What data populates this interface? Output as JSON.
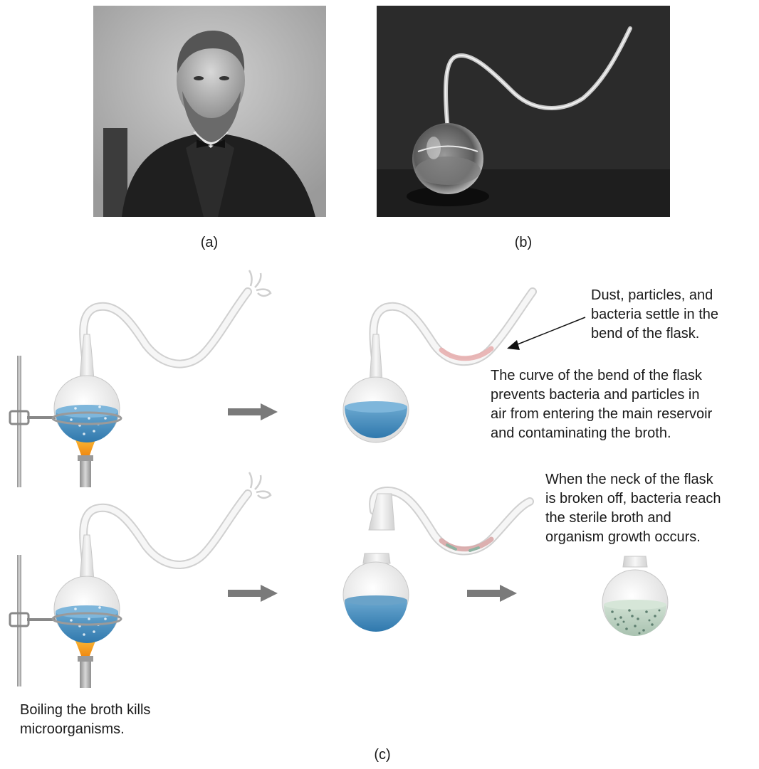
{
  "panels": {
    "a": "(a)",
    "b": "(b)",
    "c": "(c)"
  },
  "notes": {
    "dust": [
      "Dust, particles, and",
      "bacteria settle in the",
      "bend of the flask."
    ],
    "curve": [
      "The curve of the bend of the flask",
      "prevents bacteria and particles in",
      "air from entering the main reservoir",
      "and contaminating the broth."
    ],
    "neck": [
      "When the neck of the flask",
      "is broken off, bacteria reach",
      "the sterile broth and",
      "organism growth occurs."
    ],
    "boil": [
      "Boiling the broth kills",
      "microorganisms."
    ]
  },
  "colors": {
    "broth": "#3f86b8",
    "contaminated_broth": "#b9cfbe",
    "flame": "#f5a21a",
    "arrow": "#7a7a7a",
    "glass": "#dcdcdc"
  }
}
